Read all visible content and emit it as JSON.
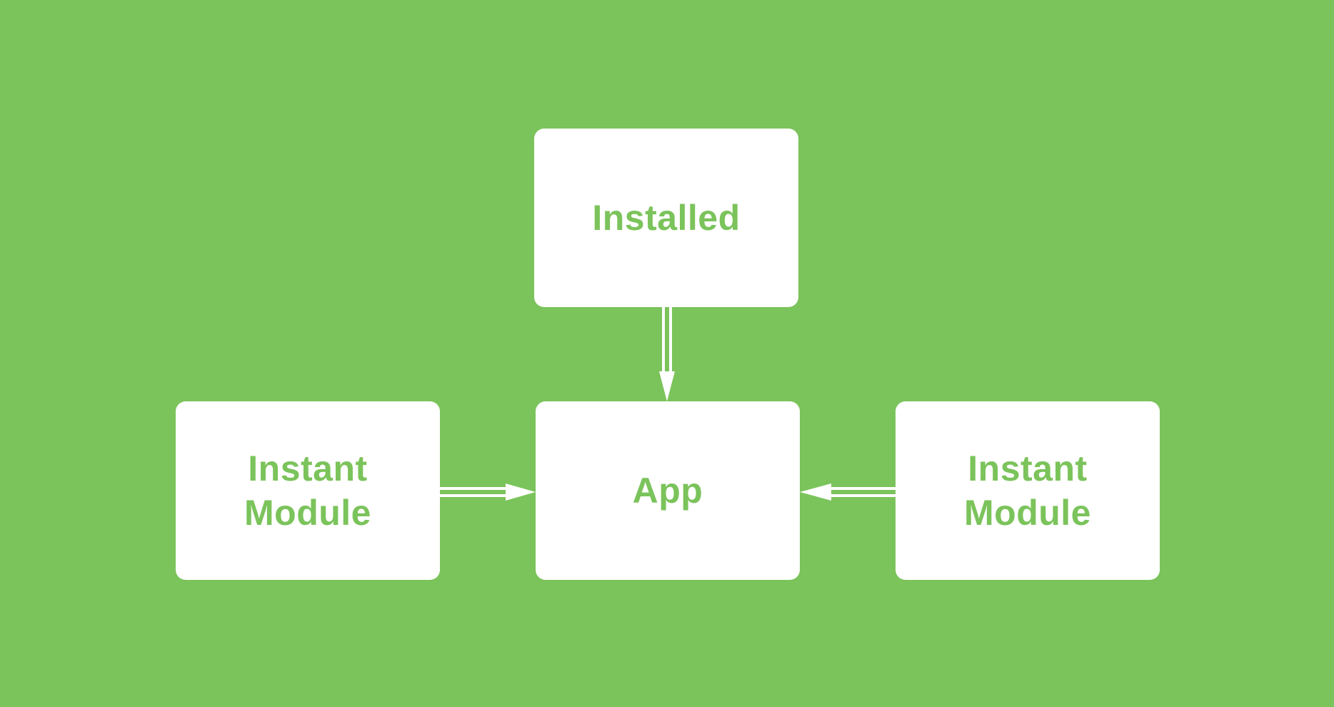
{
  "diagram": {
    "background_color": "#7bc35b",
    "node_color": "#ffffff",
    "text_color": "#7bc35b",
    "nodes": {
      "installed": {
        "label": "Installed"
      },
      "app": {
        "label": "App"
      },
      "instant_left": {
        "label": "Instant\nModule"
      },
      "instant_right": {
        "label": "Instant\nModule"
      }
    },
    "edges": [
      {
        "from": "installed",
        "to": "app"
      },
      {
        "from": "instant_left",
        "to": "app"
      },
      {
        "from": "instant_right",
        "to": "app"
      }
    ]
  }
}
